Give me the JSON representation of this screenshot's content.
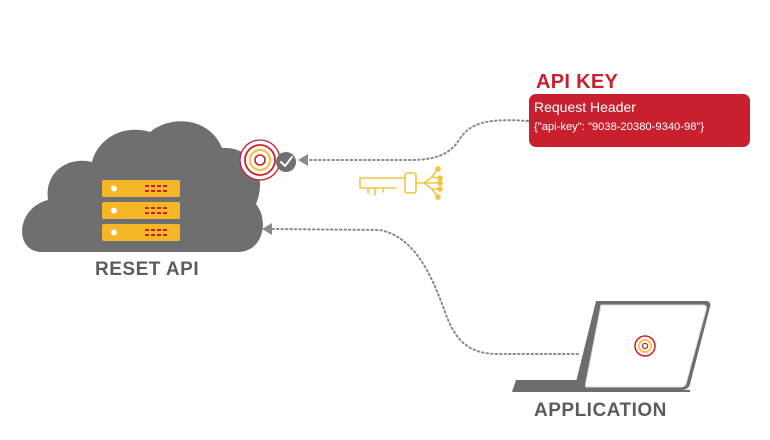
{
  "colors": {
    "brand_red": "#c8202f",
    "cloud_gray": "#6f6f71",
    "server_orange": "#f5b728",
    "key_gold": "#f3c342",
    "dots_gray": "#8a8a8a",
    "caption_gray": "#5c5c5e",
    "laptop_gray": "#6d6d6f"
  },
  "api_key": {
    "title": "API KEY",
    "request_header": "Request Header",
    "payload": "{\"api-key\": \"9038-20380-9340-98\"}"
  },
  "nodes": {
    "server": {
      "caption": "RESET API",
      "icon": "cloud-server-icon"
    },
    "client": {
      "caption": "APPLICATION",
      "icon": "laptop-icon"
    }
  },
  "icons": {
    "verify": "target-check-icon",
    "key": "key-icon"
  }
}
